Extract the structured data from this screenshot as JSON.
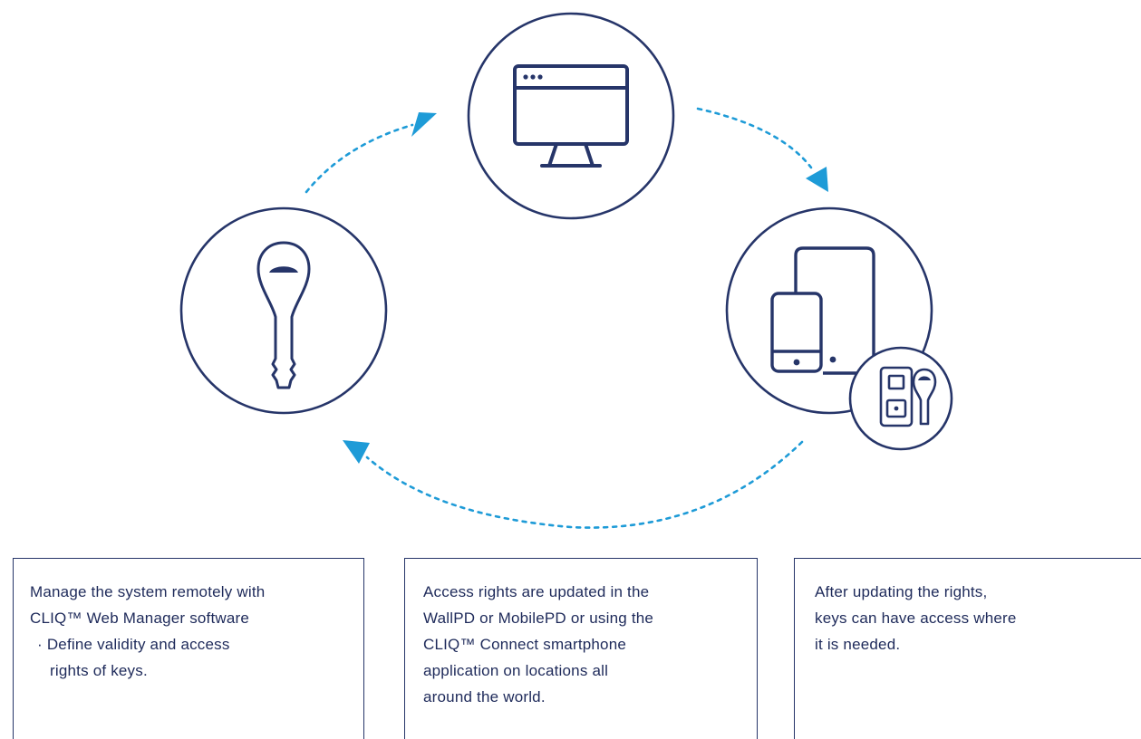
{
  "colors": {
    "navy": "#263569",
    "arrow_blue": "#1e9bd7",
    "text": "#1e2a5a"
  },
  "nodes": [
    {
      "id": "web-manager",
      "icon": "desktop-monitor-icon"
    },
    {
      "id": "key",
      "icon": "cliq-key-icon"
    },
    {
      "id": "devices",
      "icon": "tablet-phone-icon",
      "badge_icon": "wallpd-key-icon"
    }
  ],
  "boxes": {
    "manage": {
      "line1": "Manage the system remotely with",
      "line2": "CLIQ™ Web Manager software",
      "bullet_mark": "·",
      "bullet_line1": "Define validity and access",
      "bullet_line2": "rights of keys."
    },
    "access": {
      "line1": "Access rights are updated in the",
      "line2": "WallPD or MobilePD or using the",
      "line3": "CLIQ™ Connect smartphone",
      "line4": "application on locations all",
      "line5": "around the world."
    },
    "after": {
      "line1": "After updating the rights,",
      "line2": "keys can have access where",
      "line3": "it is needed."
    }
  }
}
